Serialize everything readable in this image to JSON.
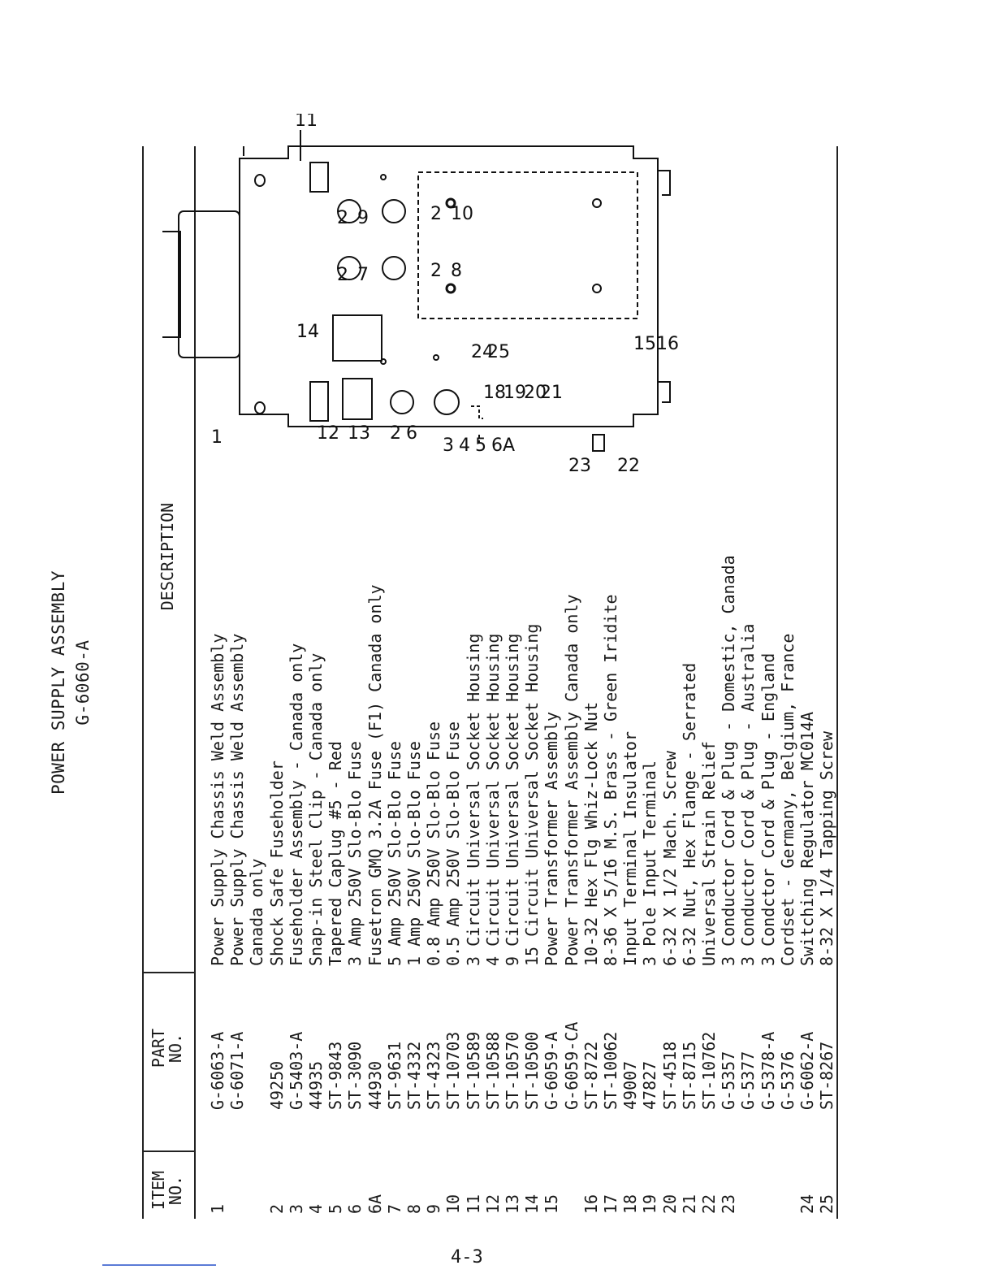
{
  "document": {
    "title": "POWER SUPPLY ASSEMBLY",
    "subtitle": "G-6060-A",
    "page_number": "4-3"
  },
  "table": {
    "headers": {
      "item_line1": "ITEM",
      "item_line2": "NO.",
      "part_line1": "PART",
      "part_line2": "NO.",
      "description": "DESCRIPTION"
    },
    "rows": [
      {
        "item": "1",
        "part": "G-6063-A",
        "desc": "Power Supply Chassis Weld Assembly"
      },
      {
        "item": "",
        "part": "G-6071-A",
        "desc": "Power Supply Chassis Weld Assembly"
      },
      {
        "item": "",
        "part": "",
        "desc": "Canada only"
      },
      {
        "item": "2",
        "part": "49250",
        "desc": "Shock Safe Fuseholder"
      },
      {
        "item": "3",
        "part": "G-5403-A",
        "desc": "Fuseholder Assembly - Canada only"
      },
      {
        "item": "4",
        "part": "44935",
        "desc": "Snap-in Steel Clip - Canada only"
      },
      {
        "item": "5",
        "part": "ST-9843",
        "desc": "Tapered Caplug #5 - Red"
      },
      {
        "item": "6",
        "part": "ST-3090",
        "desc": "3 Amp 250V Slo-Blo Fuse"
      },
      {
        "item": "6A",
        "part": "44930",
        "desc": "Fusetron GMQ 3.2A Fuse (F1) Canada only"
      },
      {
        "item": "7",
        "part": "ST-9631",
        "desc": "5 Amp 250V Slo-Blo Fuse"
      },
      {
        "item": "8",
        "part": "ST-4332",
        "desc": "1 Amp 250V Slo-Blo Fuse"
      },
      {
        "item": "9",
        "part": "ST-4323",
        "desc": "0.8 Amp 250V Slo-Blo Fuse"
      },
      {
        "item": "10",
        "part": "ST-10703",
        "desc": "0.5 Amp 250V Slo-Blo Fuse"
      },
      {
        "item": "11",
        "part": "ST-10589",
        "desc": "3 Circuit Universal Socket Housing"
      },
      {
        "item": "12",
        "part": "ST-10588",
        "desc": "4 Circuit Universal Socket Housing"
      },
      {
        "item": "13",
        "part": "ST-10570",
        "desc": "9 Circuit Universal Socket Housing"
      },
      {
        "item": "14",
        "part": "ST-10500",
        "desc": "15 Circuit Universal Socket Housing"
      },
      {
        "item": "15",
        "part": "G-6059-A",
        "desc": "Power Transformer Assembly"
      },
      {
        "item": "",
        "part": "G-6059-CA",
        "desc": "Power Transformer Assembly Canada only"
      },
      {
        "item": "16",
        "part": "ST-8722",
        "desc": "10-32 Hex Flg Whiz-Lock Nut"
      },
      {
        "item": "17",
        "part": "ST-10062",
        "desc": "8-36 X 5/16 M.S. Brass - Green Iridite"
      },
      {
        "item": "18",
        "part": "49007",
        "desc": "Input Terminal Insulator"
      },
      {
        "item": "19",
        "part": "47827",
        "desc": "3 Pole Input Terminal"
      },
      {
        "item": "20",
        "part": "ST-4518",
        "desc": "6-32 X 1/2 Mach. Screw"
      },
      {
        "item": "21",
        "part": "ST-8715",
        "desc": "6-32 Nut, Hex Flange - Serrated"
      },
      {
        "item": "22",
        "part": "ST-10762",
        "desc": "Universal Strain Relief"
      },
      {
        "item": "23",
        "part": "G-5357",
        "desc": "3 Conductor Cord & Plug - Domestic, Canada"
      },
      {
        "item": "",
        "part": "G-5377",
        "desc": "3 Conductor Cord & Plug - Australia"
      },
      {
        "item": "",
        "part": "G-5378-A",
        "desc": "3 Condctor Cord & Plug - England"
      },
      {
        "item": "",
        "part": "G-5376",
        "desc": "Cordset - Germany, Belgium, France"
      },
      {
        "item": "24",
        "part": "G-6062-A",
        "desc": "Switching Regulator MC014A"
      },
      {
        "item": "25",
        "part": "ST-8267",
        "desc": "8-32 X 1/4 Tapping Screw"
      }
    ]
  },
  "diagram": {
    "callouts": {
      "c1": "1",
      "c2a": "2",
      "c6": "6",
      "c2b": "2",
      "c7": "7",
      "c2c": "2",
      "c8": "8",
      "c2d": "2",
      "c9": "9",
      "c2e": "2",
      "c10": "10",
      "c11": "11",
      "c12": "12",
      "c13": "13",
      "c14": "14",
      "c15": "15",
      "c16": "16",
      "c18": "18",
      "c19": "19",
      "c20": "20",
      "c21": "21",
      "c3": "3",
      "c4": "4",
      "c5": "5",
      "c6a": "6A",
      "c22": "22",
      "c23": "23",
      "c24": "24",
      "c25": "25"
    }
  }
}
